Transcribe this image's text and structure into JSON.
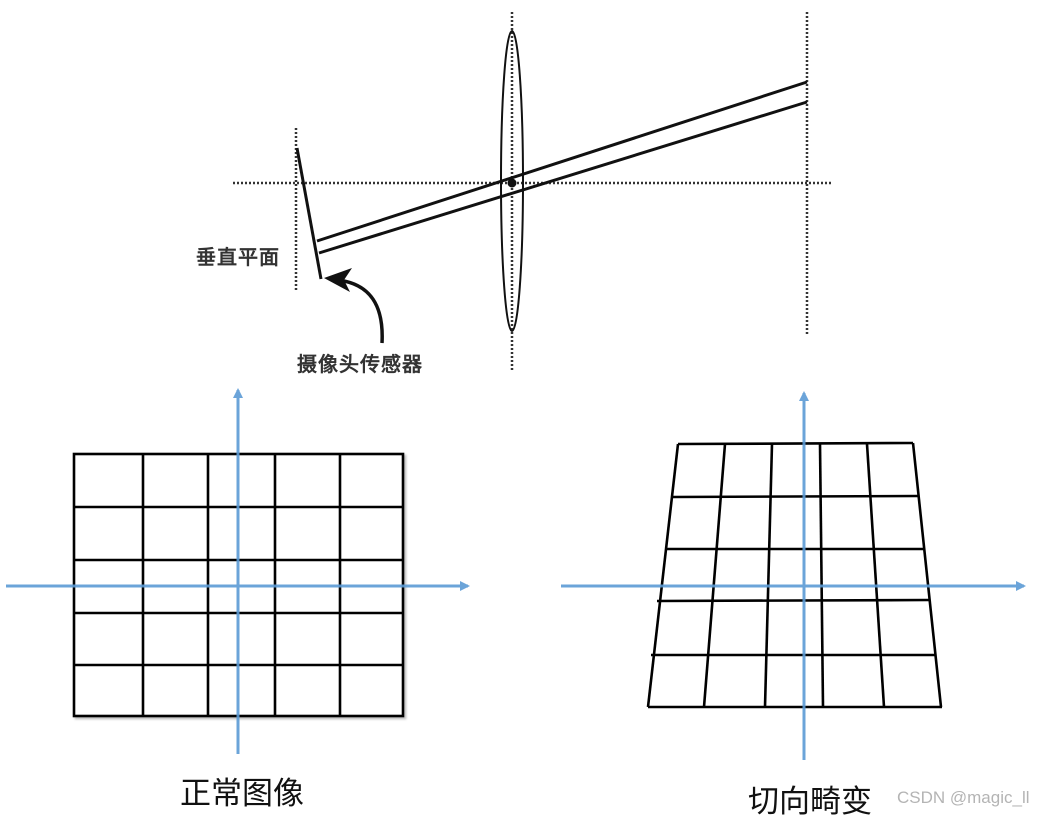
{
  "top_diagram": {
    "vertical_plane_label": "垂直平面",
    "camera_sensor_label": "摄像头传感器",
    "line_color": "#111111",
    "dotted_color": "#333333"
  },
  "left_panel": {
    "caption": "正常图像",
    "grid_rows": 5,
    "grid_cols": 5,
    "axis_color": "#5b9bd5"
  },
  "right_panel": {
    "caption": "切向畸变",
    "grid_rows": 5,
    "grid_cols": 5,
    "axis_color": "#5b9bd5"
  },
  "watermark": "CSDN @magic_ll"
}
